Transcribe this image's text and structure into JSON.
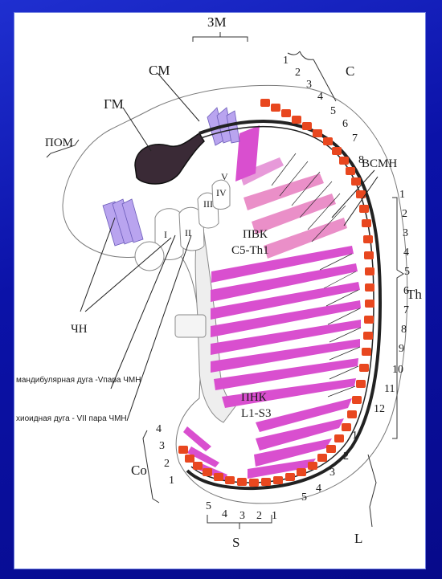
{
  "labels": {
    "zm": "ЗМ",
    "sm": "СМ",
    "gm": "ГМ",
    "pom": "ПОМ",
    "chn": "ЧН",
    "vsmn": "ВСМН",
    "pvk": "ПВК",
    "pvk_range": "C5-Th1",
    "pnk": "ПНК",
    "pnk_range": "L1-S3",
    "region_c": "C",
    "region_th": "Th",
    "region_l": "L",
    "region_s": "S",
    "region_co": "Co",
    "mandibular": "мандибулярная дуга -Vпара ЧМН",
    "hyoid": "хиоидная дуга - VII пара ЧМН"
  },
  "arches": [
    "I",
    "II",
    "III",
    "IV",
    "V"
  ],
  "numbers": {
    "cervical": [
      "1",
      "2",
      "3",
      "4",
      "5",
      "6",
      "7",
      "8"
    ],
    "thoracic": [
      "1",
      "2",
      "3",
      "4",
      "5",
      "6",
      "7",
      "8",
      "9",
      "10",
      "11",
      "12"
    ],
    "lumbar": [
      "1",
      "2",
      "3",
      "4",
      "5"
    ],
    "sacral": [
      "5",
      "4",
      "3",
      "2",
      "1"
    ],
    "coccygeal": [
      "4",
      "3",
      "2",
      "1"
    ]
  },
  "colors": {
    "background": "#0b12a8",
    "neural_tube": "#222222",
    "somite": "#e8471f",
    "dermatome": "#d94fcf",
    "cranial_nerve": "#9b7fe6",
    "brain": "#3a2a36"
  }
}
